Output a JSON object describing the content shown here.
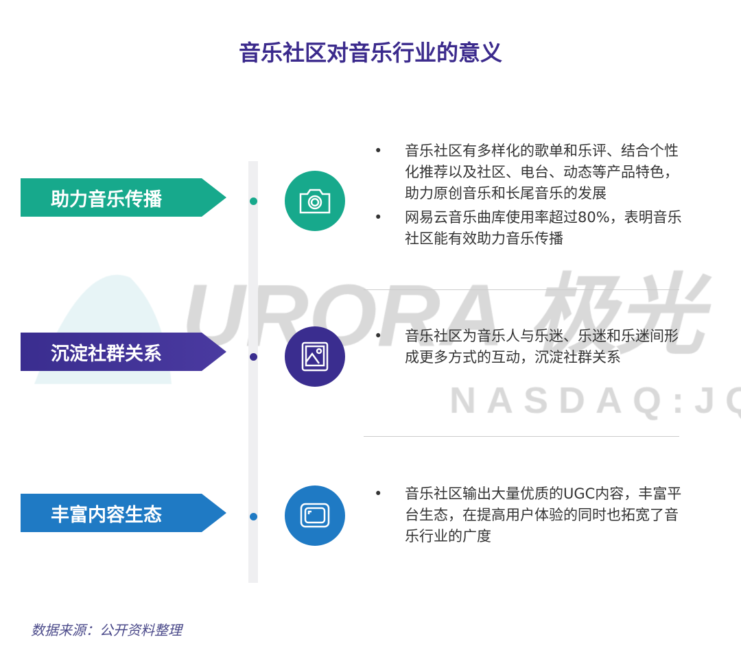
{
  "title": "音乐社区对音乐行业的意义",
  "watermark": {
    "brand": "URORA 极光",
    "ticker": "NASDAQ:JQ"
  },
  "colors": {
    "teal": "#17a98c",
    "purple": "#3a2d8f",
    "blue": "#1f7ac4",
    "title": "#3b2a8c"
  },
  "sections": [
    {
      "label": "助力音乐传播",
      "icon": "camera-icon",
      "bullets": [
        "音乐社区有多样化的歌单和乐评、结合个性化推荐以及社区、电台、动态等产品特色，助力原创音乐和长尾音乐的发展",
        "网易云音乐曲库使用率超过80%，表明音乐社区能有效助力音乐传播"
      ]
    },
    {
      "label": "沉淀社群关系",
      "icon": "image-icon",
      "bullets": [
        "音乐社区为音乐人与乐迷、乐迷和乐迷间形成更多方式的互动，沉淀社群关系"
      ]
    },
    {
      "label": "丰富内容生态",
      "icon": "tv-icon",
      "bullets": [
        "音乐社区输出大量优质的UGC内容，丰富平台生态，在提高用户体验的同时也拓宽了音乐行业的广度"
      ]
    }
  ],
  "bullet_char": "•",
  "source": "数据来源：公开资料整理"
}
